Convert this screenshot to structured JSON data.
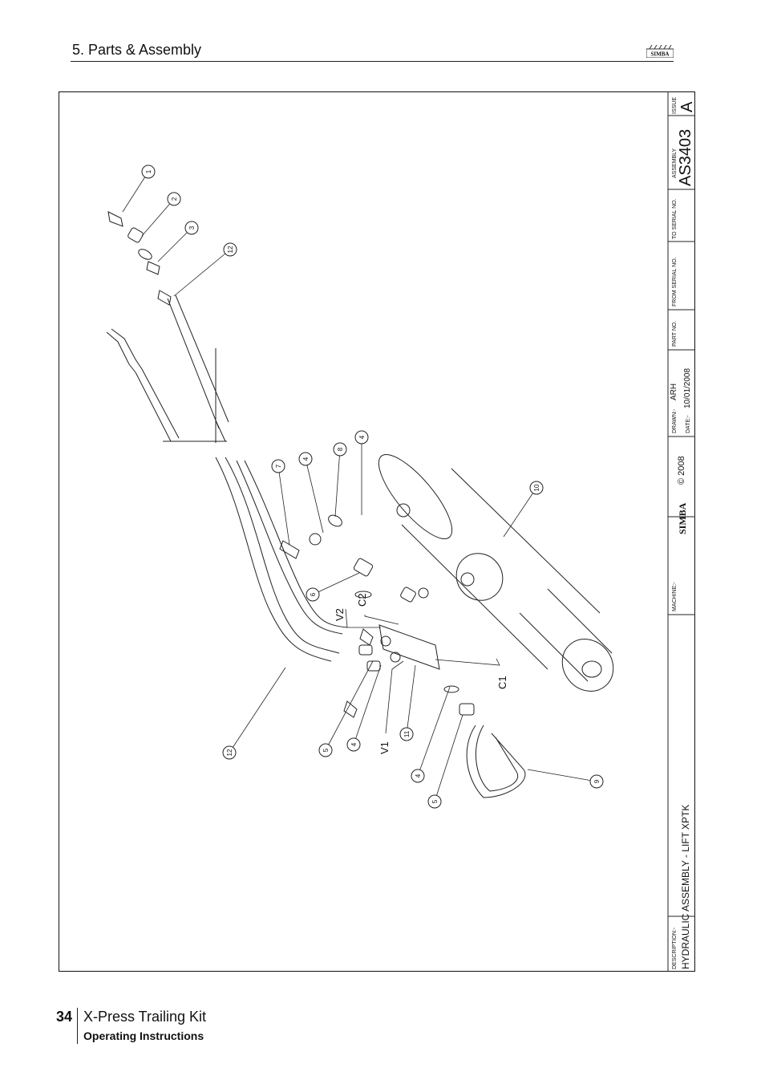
{
  "header": {
    "section_title": "5. Parts & Assembly",
    "brand": "SIMBA"
  },
  "drawing": {
    "title_block": {
      "issue_label": "ISSUE",
      "issue": "A",
      "assembly_label": "ASSEMBLY",
      "assembly": "AS3403",
      "to_serial_label": "TO SERIAL NO.",
      "from_serial_label": "FROM SERIAL NO.",
      "part_no_label": "PART NO.",
      "drawn_label": "DRAWN:-",
      "drawn": "ARH",
      "date_label": "DATE:-",
      "date": "10/01/2008",
      "copyright": "© 2008",
      "brand": "SIMBA",
      "machine_label": "MACHINE:-",
      "description_label": "DESCRIPTION:-",
      "description": "HYDRAULIC ASSEMBLY - LIFT XPTK"
    },
    "callouts": [
      "1",
      "2",
      "3",
      "12",
      "4",
      "7",
      "8",
      "4",
      "10",
      "6",
      "12",
      "5",
      "4",
      "11",
      "4",
      "5",
      "9"
    ],
    "port_labels": [
      "V2",
      "C2",
      "C1",
      "V1"
    ]
  },
  "footer": {
    "page_number": "34",
    "title": "X-Press Trailing Kit",
    "subtitle": "Operating Instructions"
  }
}
